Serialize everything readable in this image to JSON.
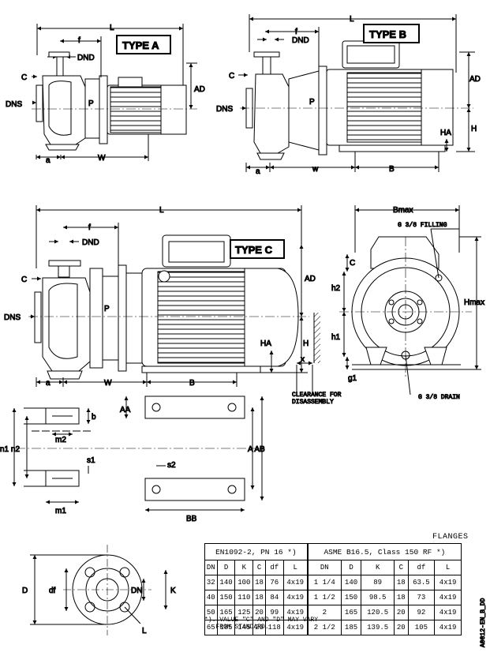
{
  "type_a": {
    "title": "TYPE A",
    "labels": {
      "L": "L",
      "f": "f",
      "dnd": "DND",
      "c": "C",
      "ad": "AD",
      "dns": "DNS",
      "p": "P",
      "a": "a",
      "w": "W"
    }
  },
  "type_b": {
    "title": "TYPE B",
    "labels": {
      "L": "L",
      "f": "f",
      "dnd": "DND",
      "c": "C",
      "ad": "AD",
      "dns": "DNS",
      "p": "P",
      "h": "H",
      "ha": "HA",
      "a": "a",
      "w": "w",
      "b": "B"
    }
  },
  "type_c": {
    "title": "TYPE C",
    "labels": {
      "L": "L",
      "f": "f",
      "dnd": "DND",
      "c": "C",
      "ad": "AD",
      "dns": "DNS",
      "p": "P",
      "h": "H",
      "ha": "HA",
      "a": "a",
      "w": "W",
      "b": "B",
      "x": "x"
    },
    "clearance": [
      "CLEARANCE FOR",
      "DISASSEMBLY"
    ]
  },
  "side_view": {
    "labels": {
      "bmax": "Bmax",
      "filling": "G 3/8 FILLING",
      "c": "C",
      "h2": "h2",
      "h1": "h1",
      "g1": "g1",
      "hmax": "Hmax",
      "drain": "G 3/8 DRAIN"
    }
  },
  "feet": {
    "labels": {
      "b": "b",
      "m2": "m2",
      "n1n2": "n1 n2",
      "s1": "s1",
      "m1": "m1",
      "aa": "AA",
      "a_ab": "A AB",
      "s2": "s2",
      "bb": "BB"
    }
  },
  "flange_view": {
    "labels": {
      "d": "D",
      "df": "df",
      "dn": "DN",
      "k": "K",
      "l": "L"
    }
  },
  "flanges": {
    "title": "FLANGES",
    "standard_left": "EN1092-2, PN 16 *)",
    "standard_right": "ASME B16.5, Class 150 RF *)",
    "headers": [
      "DN",
      "D",
      "K",
      "C",
      "df",
      "L",
      "DN",
      "D",
      "K",
      "C",
      "df",
      "L"
    ],
    "rows": [
      [
        "32",
        "140",
        "100",
        "18",
        "76",
        "4x19",
        "1 1/4",
        "140",
        "89",
        "18",
        "63.5",
        "4x19"
      ],
      [
        "40",
        "150",
        "110",
        "18",
        "84",
        "4x19",
        "1 1/2",
        "150",
        "98.5",
        "18",
        "73",
        "4x19"
      ],
      [
        "50",
        "165",
        "125",
        "20",
        "99",
        "4x19",
        "2",
        "165",
        "120.5",
        "20",
        "92",
        "4x19"
      ],
      [
        "65",
        "185",
        "145",
        "20",
        "118",
        "4x19",
        "2 1/2",
        "185",
        "139.5",
        "20",
        "105",
        "4x19"
      ]
    ],
    "footnote": [
      "*)..VALUE \"C\" AND \"D\" MAY VARY",
      "   FROM STANDARD."
    ]
  },
  "drawing_code": "A0012-EN_B_DD"
}
